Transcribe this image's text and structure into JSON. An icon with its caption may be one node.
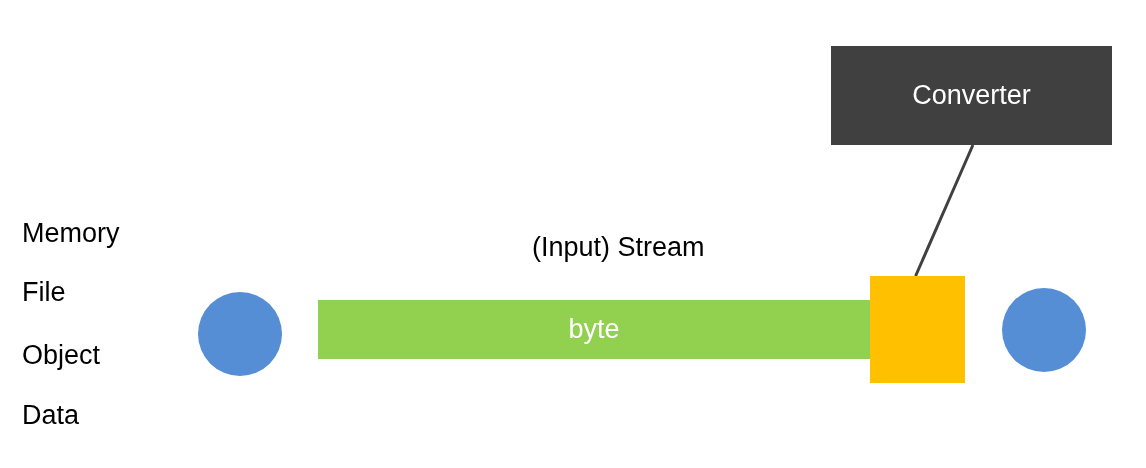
{
  "diagram": {
    "nodes": [
      {
        "text": [
          "Converter"
        ]
      },
      {
        "text": [],
        "shape": "circle"
      },
      {
        "text": [
          "byte"
        ]
      },
      {
        "text": [],
        "shape": "box"
      },
      {
        "text": [],
        "shape": "circle"
      }
    ],
    "edges": [
      {
        "from": 0,
        "to": 3,
        "arrow": "none"
      }
    ],
    "labels": [
      "Memory",
      "File",
      "Object",
      "Data",
      "(Input) Stream"
    ]
  }
}
